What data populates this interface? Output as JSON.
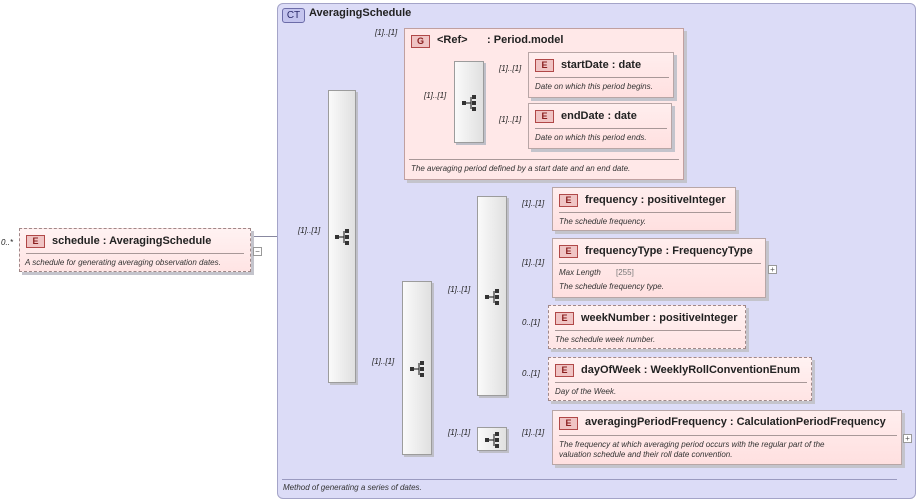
{
  "root": {
    "card": "0..*",
    "badge": "E",
    "name": "schedule",
    "type": "AveragingSchedule",
    "desc": "A schedule for generating averaging observation dates."
  },
  "complex_type": {
    "badge": "CT",
    "title": "AveragingSchedule",
    "footer": "Method of generating a series of dates."
  },
  "group": {
    "card": "[1]..[1]",
    "badge": "G",
    "ref": "<Ref>",
    "name": "Period.model",
    "desc": "The averaging period defined by a start date and an end date.",
    "seq_card": "[1]..[1]"
  },
  "elements": {
    "startDate": {
      "card": "[1]..[1]",
      "badge": "E",
      "name": "startDate",
      "type": "date",
      "desc": "Date on which this period begins."
    },
    "endDate": {
      "card": "[1]..[1]",
      "badge": "E",
      "name": "endDate",
      "type": "date",
      "desc": "Date on which this period ends."
    },
    "frequency": {
      "card": "[1]..[1]",
      "badge": "E",
      "name": "frequency",
      "type": "positiveInteger",
      "desc": "The schedule frequency."
    },
    "frequencyType": {
      "card": "[1]..[1]",
      "badge": "E",
      "name": "frequencyType",
      "type": "FrequencyType",
      "facet_label": "Max Length",
      "facet_value": "[255]",
      "desc": "The schedule frequency type."
    },
    "weekNumber": {
      "card": "0..[1]",
      "badge": "E",
      "name": "weekNumber",
      "type": "positiveInteger",
      "desc": "The schedule week number."
    },
    "dayOfWeek": {
      "card": "0..[1]",
      "badge": "E",
      "name": "dayOfWeek",
      "type": "WeeklyRollConventionEnum",
      "desc": "Day of the Week."
    },
    "averagingPeriodFrequency": {
      "card": "[1]..[1]",
      "badge": "E",
      "name": "averagingPeriodFrequency",
      "type": "CalculationPeriodFrequency",
      "desc1": "The frequency at which averaging period occurs with the regular part of the",
      "desc2": "valuation schedule and their roll date convention."
    }
  },
  "sequences": {
    "main_card": "[1]..[1]",
    "lower_card": "[1]..[1]",
    "inner_choice_card": "[1]..[1]",
    "inner_seq2_card": "[1]..[1]"
  },
  "colors": {
    "ct_panel": "#dcdcf7",
    "element_fill": "#ffe6e6",
    "element_badge": "#f0c4c4",
    "connector": "#8888a0"
  }
}
